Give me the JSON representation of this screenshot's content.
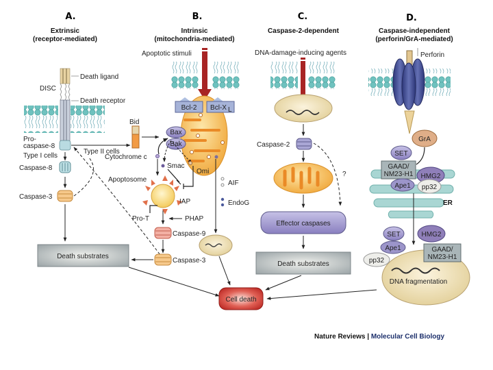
{
  "panels": {
    "A": {
      "letter": "A.",
      "title1": "Extrinsic",
      "title2": "(receptor-mediated)"
    },
    "B": {
      "letter": "B.",
      "title1": "Intrinsic",
      "title2": "(mitochondria-mediated)"
    },
    "C": {
      "letter": "C.",
      "title1": "Caspase-2-dependent"
    },
    "D": {
      "letter": "D.",
      "title1": "Caspase-independent",
      "title2": "(perforin/GrA-mediated)"
    }
  },
  "labels": {
    "death_ligand": "Death ligand",
    "disc": "DISC",
    "death_receptor": "Death receptor",
    "procaspase8_1": "Pro-",
    "procaspase8_2": "caspase-8",
    "type1": "Type I cells",
    "type2": "Type II cells",
    "caspase8": "Caspase-8",
    "caspase3_a": "Caspase-3",
    "death_substrates_a": "Death substrates",
    "bid": "Bid",
    "apoptotic_stimuli": "Apoptotic stimuli",
    "bcl2": "Bcl-2",
    "bclxl": "Bcl-X",
    "bclxl_sub": "L",
    "bax": "Bax",
    "bak": "Bak",
    "cytochrome": "Cytochrome c",
    "smac": "Smac",
    "omi": "Omi",
    "apoptosome": "Apoptosome",
    "iap": "IAP",
    "prot": "Pro-T",
    "phap": "PHAP",
    "caspase9": "Caspase-9",
    "caspase3_b": "Caspase-3",
    "aif": "AIF",
    "endog": "EndoG",
    "cell_death": "Cell death",
    "dna_agents": "DNA-damage-inducing agents",
    "caspase2": "Caspase-2",
    "question": "?",
    "effector": "Effector caspases",
    "death_substrates_c": "Death substrates",
    "perforin": "Perforin",
    "gra": "GrA",
    "set1": "SET",
    "gaad1a": "GAAD/",
    "gaad1b": "NM23-H1",
    "hmg2_1": "HMG2",
    "ape1_1": "Ape1",
    "pp32_1": "pp32",
    "er": "ER",
    "set2": "SET",
    "hmg2_2": "HMG2",
    "ape1_2": "Ape1",
    "gaad2a": "GAAD/",
    "gaad2b": "NM23-H1",
    "pp32_2": "pp32",
    "dna_frag": "DNA fragmentation"
  },
  "credit": {
    "journal": "Nature Reviews",
    "separator": " | ",
    "section": "Molecular Cell Biology"
  },
  "colors": {
    "membrane_head": "#5fb8b5",
    "stimulus_arrow": "#a82424",
    "mito": "#f3b34a",
    "cell_death": "#c9302c",
    "protein_purple": "#8d84bf",
    "perforin": "#3e4a8f",
    "credit_blue": "#1c2f6b"
  }
}
